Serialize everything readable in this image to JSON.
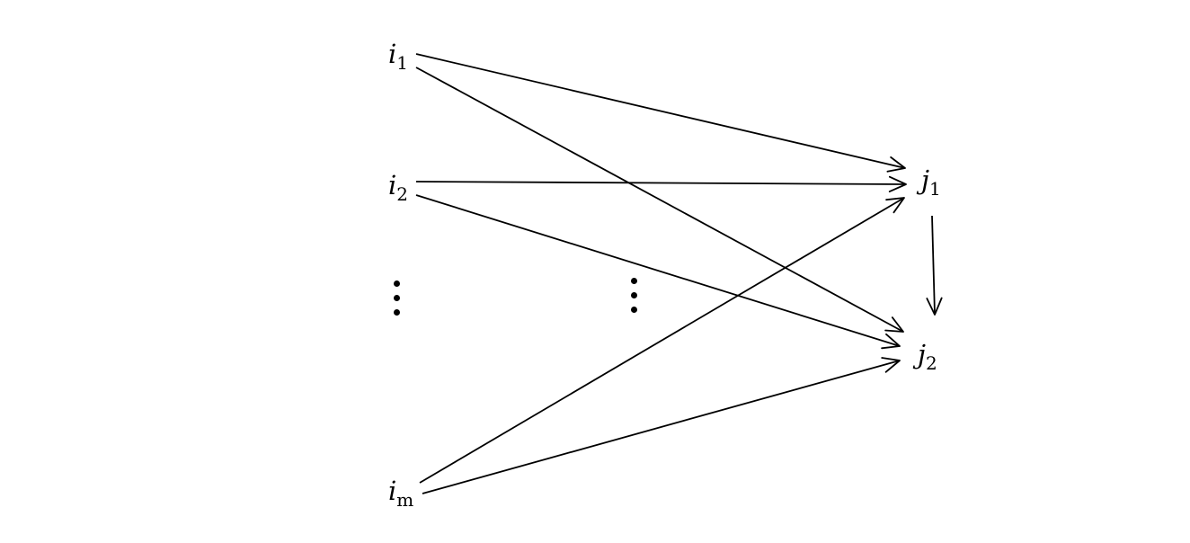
{
  "nodes": {
    "i1": {
      "base": "i",
      "sub": "1"
    },
    "i2": {
      "base": "i",
      "sub": "2"
    },
    "im": {
      "base": "i",
      "sub": "m"
    },
    "j1": {
      "base": "j",
      "sub": "1"
    },
    "j2": {
      "base": "j",
      "sub": "2"
    }
  },
  "edges": [
    {
      "from": "i1",
      "to": "j1"
    },
    {
      "from": "i1",
      "to": "j2"
    },
    {
      "from": "i2",
      "to": "j1"
    },
    {
      "from": "i2",
      "to": "j2"
    },
    {
      "from": "im",
      "to": "j1"
    },
    {
      "from": "im",
      "to": "j2"
    },
    {
      "from": "j1",
      "to": "j2"
    }
  ]
}
